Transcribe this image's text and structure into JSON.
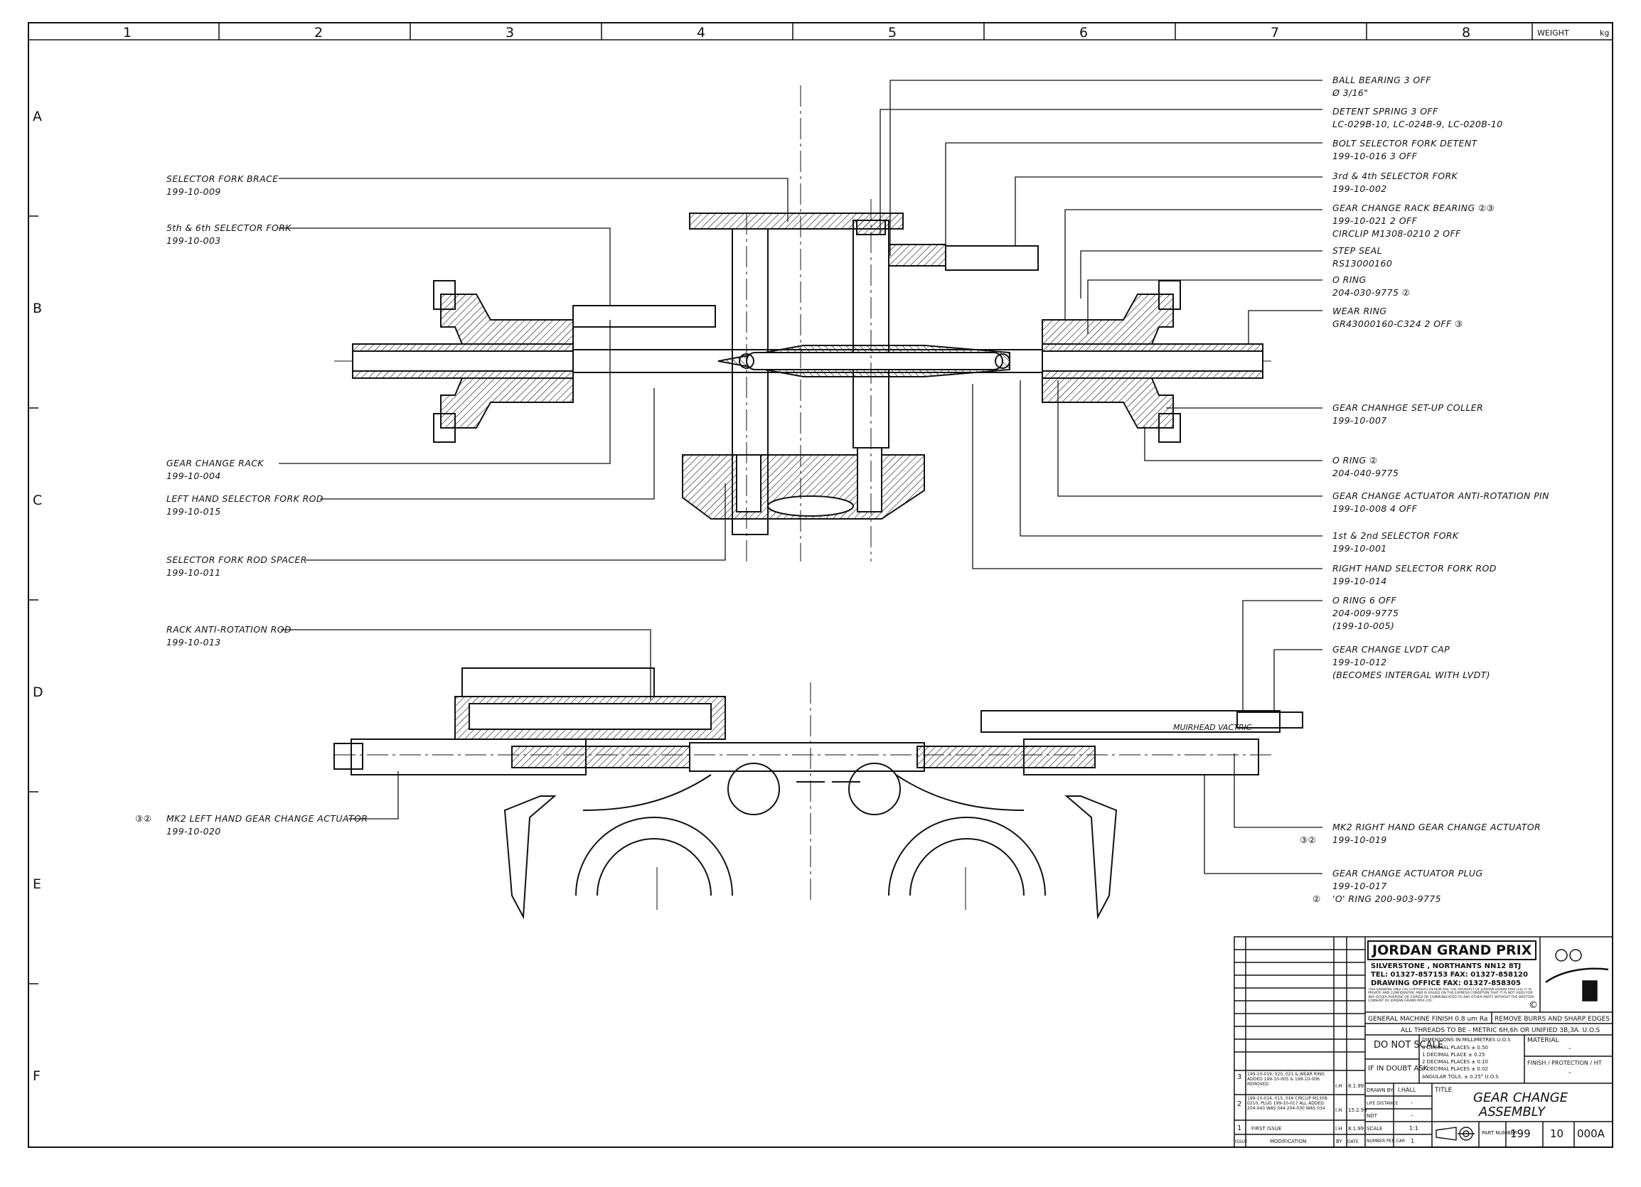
{
  "border": {
    "columns": [
      "1",
      "2",
      "3",
      "4",
      "5",
      "6",
      "7",
      "8"
    ],
    "rows": [
      "A",
      "B",
      "C",
      "D",
      "E",
      "F"
    ],
    "weight_label": "WEIGHT",
    "weight_unit": "kg"
  },
  "callouts_left": [
    {
      "name": "SELECTOR FORK BRACE",
      "number": "199-10-009"
    },
    {
      "name": "5th & 6th SELECTOR FORK",
      "number": "199-10-003"
    },
    {
      "name": "GEAR CHANGE RACK",
      "number": "199-10-004"
    },
    {
      "name": "LEFT HAND SELECTOR FORK ROD",
      "number": "199-10-015"
    },
    {
      "name": "SELECTOR FORK ROD SPACER",
      "number": "199-10-011"
    },
    {
      "name": "RACK ANTI-ROTATION ROD",
      "number": "199-10-013"
    },
    {
      "name": "MK2 LEFT HAND GEAR CHANGE ACTUATOR",
      "number": "199-10-020",
      "marks": "③②"
    }
  ],
  "callouts_right": [
    {
      "name": "BALL BEARING 3 OFF",
      "number": "Ø 3/16\""
    },
    {
      "name": "DETENT SPRING  3 OFF",
      "number": "LC-029B-10, LC-024B-9, LC-020B-10"
    },
    {
      "name": "BOLT SELECTOR FORK DETENT",
      "number": "199-10-016 3 OFF"
    },
    {
      "name": "3rd & 4th SELECTOR FORK",
      "number": "199-10-002"
    },
    {
      "name": "GEAR CHANGE RACK BEARING ②③",
      "number": "199-10-021  2 OFF",
      "extra": "CIRCLIP M1308-0210  2 OFF"
    },
    {
      "name": "STEP SEAL",
      "number": "RS13000160"
    },
    {
      "name": "O RING",
      "number": "204-030-9775 ②"
    },
    {
      "name": "WEAR RING",
      "number": "GR43000160-C324  2 OFF ③"
    },
    {
      "name": "GEAR CHANHGE SET-UP COLLER",
      "number": "199-10-007"
    },
    {
      "name": "O RING  ②",
      "number": "204-040-9775"
    },
    {
      "name": "GEAR CHANGE ACTUATOR ANTI-ROTATION PIN",
      "number": "199-10-008  4 OFF"
    },
    {
      "name": "1st & 2nd SELECTOR FORK",
      "number": "199-10-001"
    },
    {
      "name": "RIGHT HAND SELECTOR FORK ROD",
      "number": "199-10-014"
    },
    {
      "name": "O RING 6 OFF",
      "number": "204-009-9775",
      "extra": "(199-10-005)"
    },
    {
      "name": "GEAR CHANGE LVDT CAP",
      "number": "199-10-012",
      "extra": "(BECOMES INTERGAL WITH LVDT)"
    },
    {
      "name": "MK2 RIGHT HAND GEAR CHANGE ACTUATOR",
      "number": "199-10-019",
      "marks": "③②"
    },
    {
      "name": "GEAR CHANGE ACTUATOR PLUG",
      "number": "199-10-017",
      "extra": "'O' RING 200-903-9775",
      "marks": "②"
    }
  ],
  "drawing_text": {
    "lvdt_label": "MUIRHEAD VACTRIC"
  },
  "title_block": {
    "company": "JORDAN GRAND PRIX",
    "address1": "SILVERSTONE , NORTHANTS  NN12 8TJ",
    "address2": "TEL: 01327-857153   FAX: 01327-858120",
    "address3": "DRAWING OFFICE FAX: 01327-858305",
    "copyright": "THIS DRAWING AND THE COPYRIGHT HEREIN ARE THE PROPERTY OF JORDAN GRAND PRIX LTD. IT IS PRIVATE AND CONFIDENTIAL AND IS ISSUED ON THE EXPRESS CONDITION THAT IT IS NOT USED FOR ANY OTHER PURPOSE OR COPIED OR COMMUNICATED TO ANY OTHER PARTY WITHOUT THE WRITTEN CONSENT OF JORDAN GRAND PRIX LTD.",
    "copyright_mark": "©",
    "finish": "GENERAL MACHINE FINISH 0.8 um Ra",
    "burrs": "REMOVE BURRS AND SHARP EDGES",
    "threads": "ALL THREADS TO BE - METRIC 6H,6h OR UNIFIED 3B,3A. U.O.S",
    "do_not_scale": "DO NOT SCALE",
    "if_in_doubt": "IF IN DOUBT ASK",
    "dims_title": "DIMENSIONS IN MILLIMETRES U.O.S",
    "dims": [
      "0 DECIMAL PLACES ± 0.50",
      "1 DECIMAL PLACE  ± 0.25",
      "2 DECIMAL PLACES ± 0.10",
      "3 DECIMAL PLACES ± 0.02",
      "ANGULAR TOLS. ± 0.25° U.O.S"
    ],
    "material_label": "MATERIAL",
    "material_value": "-",
    "finish_label": "FINISH / PROTECTION / HT",
    "finish_value": "-",
    "title_label": "TITLE",
    "title1": "GEAR CHANGE",
    "title2": "ASSEMBLY",
    "drawn_by_label": "DRAWN BY",
    "drawn_by": "I.HALL",
    "life_label": "LIFE DISTANCE",
    "life_value": "-",
    "ndt_label": "NDT",
    "ndt_value": "-",
    "scale_label": "SCALE",
    "scale_value": "1:1",
    "number_label": "NUMBER PER CAR",
    "number_value": "1",
    "part_label": "PART NUMBER",
    "part1": "199",
    "part2": "10",
    "part3": "000A",
    "issue_col": "ISSUE",
    "mod_col": "MODIFICATION",
    "by_col": "BY",
    "date_col": "DATE",
    "revisions": [
      {
        "issue": "3",
        "text": "199-10-019, 020, 021 & WEAR RING ADDED 199-10-005 & 199-10-006 REMOVED",
        "by": "I.H",
        "date": "8.1.99"
      },
      {
        "issue": "2",
        "text": "199-10-014, 015, 016 CIRCLIP M1308-0210, PLUG 199-10-017 ALL ADDED. 204-040 WAS 044 204-030 WAS 034",
        "by": "I.H",
        "date": "15.2.99"
      },
      {
        "issue": "1",
        "text": "FIRST ISSUE",
        "by": "I.H",
        "date": "8.1.99"
      }
    ]
  },
  "colors": {
    "ink": "#111111",
    "paper": "#ffffff"
  }
}
